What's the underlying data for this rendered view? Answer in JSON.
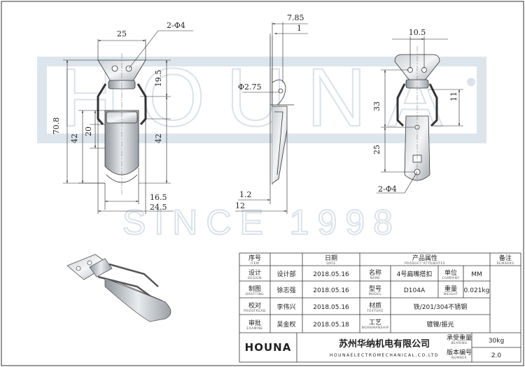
{
  "watermark": {
    "brand": "HOUNA",
    "reg": "®",
    "since": "SINCE 1998"
  },
  "front_view": {
    "dims": {
      "top_width": "25",
      "hole_note": "2-Φ4",
      "d19_5": "19.5",
      "d42_inner": "42",
      "d20": "20",
      "d70_8": "70.8",
      "d42_right": "42",
      "d16_5": "16.5",
      "d24_5": "24.5"
    }
  },
  "side_view": {
    "dims": {
      "d7_85": "7.85",
      "d1": "1",
      "wire": "Φ2.75",
      "d1_2": "1.2",
      "d12": "12"
    }
  },
  "right_view": {
    "dims": {
      "d10_5": "10.5",
      "d33": "33",
      "d11": "11",
      "d25": "25",
      "hole_note": "2-Φ4"
    }
  },
  "title_block": {
    "headers": {
      "seq": "序号",
      "seq_en": "ITEM",
      "date": "日期",
      "date_en": "DATE",
      "attr": "产品属性",
      "attr_en": "PRODUCT ATTRIBUTES",
      "remark": "备注",
      "remark_en": "REMARKS"
    },
    "rows": [
      {
        "role": "设计",
        "role_en": "DESIGN",
        "person": "设计部",
        "date": "2018.05.16"
      },
      {
        "role": "制图",
        "role_en": "DRAFTING",
        "person": "徐志强",
        "date": "2018.05.16"
      },
      {
        "role": "校对",
        "role_en": "PROOFREAD",
        "person": "李伟兴",
        "date": "2018.05.16"
      },
      {
        "role": "审批",
        "role_en": "EXAMINE",
        "person": "吴金权",
        "date": "2018.05.18"
      }
    ],
    "name_label": "名称",
    "name_label_en": "NAME",
    "name_value": "4号扁嘴搭扣",
    "unit_label": "单位",
    "unit_label_en": "COMPANY",
    "unit_value": "MM",
    "model_label": "型号",
    "model_label_en": "MODEL",
    "model_value": "D104A",
    "weight_label": "重量",
    "weight_label_en": "WEIGHT",
    "weight_value": "0.021kg",
    "material_label": "材质",
    "material_label_en": "TEXTURE",
    "material_value": "铁/201/304不锈钢",
    "process_label": "工艺",
    "process_label_en": "WORKMANSHIP",
    "process_value": "镀镍/振光",
    "load_label": "承受重量",
    "load_label_en": "BEARING",
    "load_value": "30kg",
    "version_label": "版本编号",
    "version_label_en": "NUMBER",
    "version_value": "2.0",
    "company_cn": "苏州华纳机电有限公司",
    "company_en": "HOUNAELECTROMECHANICAL.CO.LTD",
    "logo_text": "HOUNA"
  }
}
